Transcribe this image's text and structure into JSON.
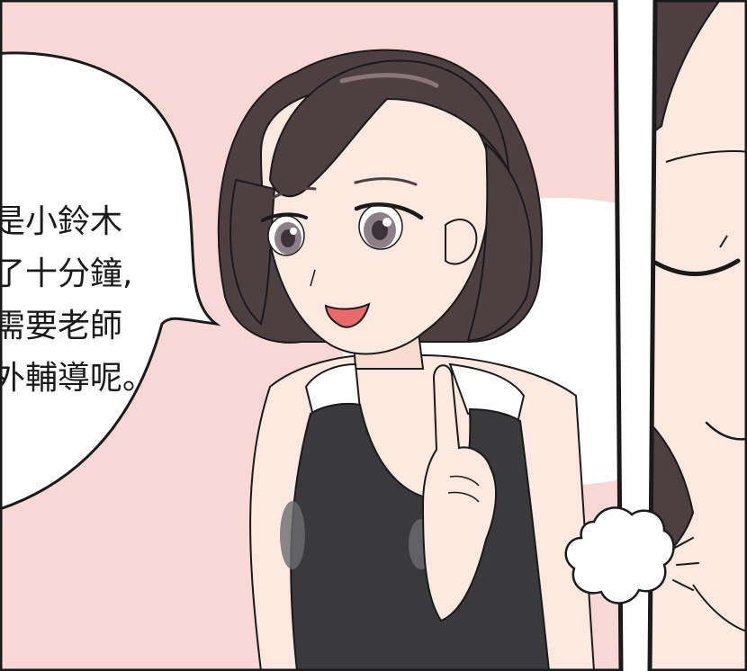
{
  "speech_bubble": {
    "lines": [
      "是小鈴木",
      "了十分鐘,",
      "需要老師",
      "外輔導呢。"
    ]
  },
  "colors": {
    "panel_bg": "#f9d7d5",
    "hair": "#4e3f43",
    "skin": "#fbe9df",
    "swimsuit": "#3a3a3c",
    "outline": "#1a1a1a"
  }
}
